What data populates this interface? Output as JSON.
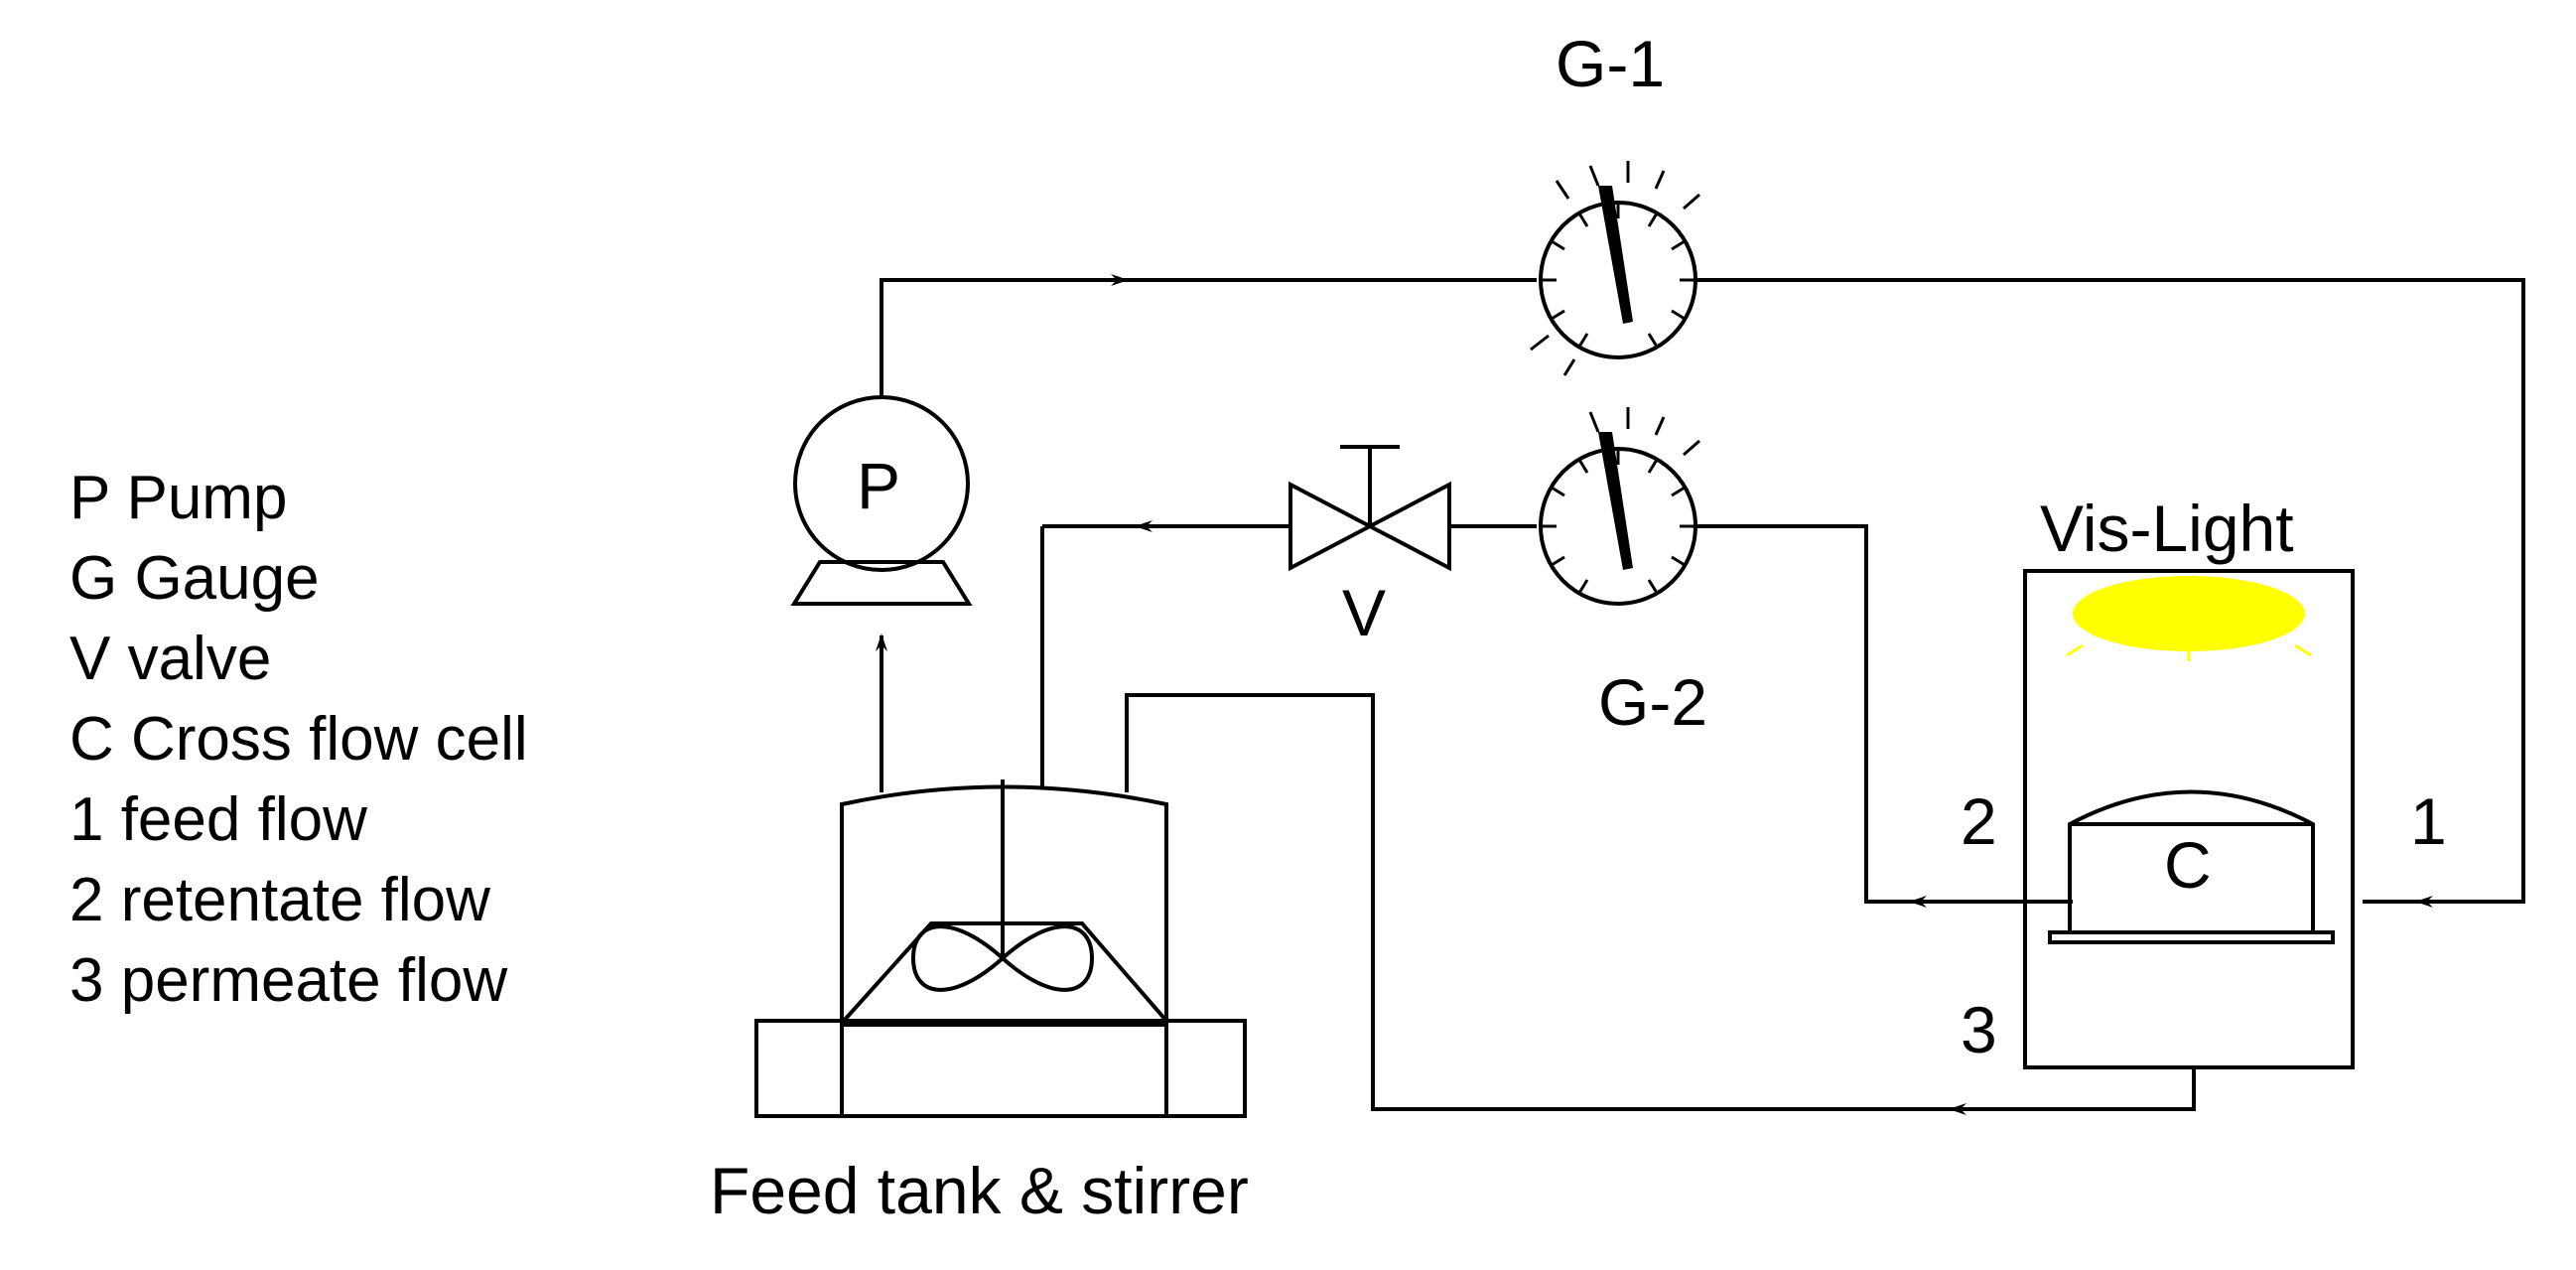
{
  "legend": [
    "P Pump",
    "G Gauge",
    "V valve",
    "C Cross flow cell",
    "1 feed flow",
    "2 retentate flow",
    "3 permeate flow"
  ],
  "labels": {
    "pump": "P",
    "gauge_1": "G-1",
    "gauge_2": "G-2",
    "valve": "V",
    "cell": "C",
    "light": "Vis-Light",
    "tank": "Feed tank & stirrer",
    "port_1": "1",
    "port_2": "2",
    "port_3": "3"
  },
  "colors": {
    "lines": "#000000",
    "light": "#ffff00",
    "background": "#ffffff"
  }
}
